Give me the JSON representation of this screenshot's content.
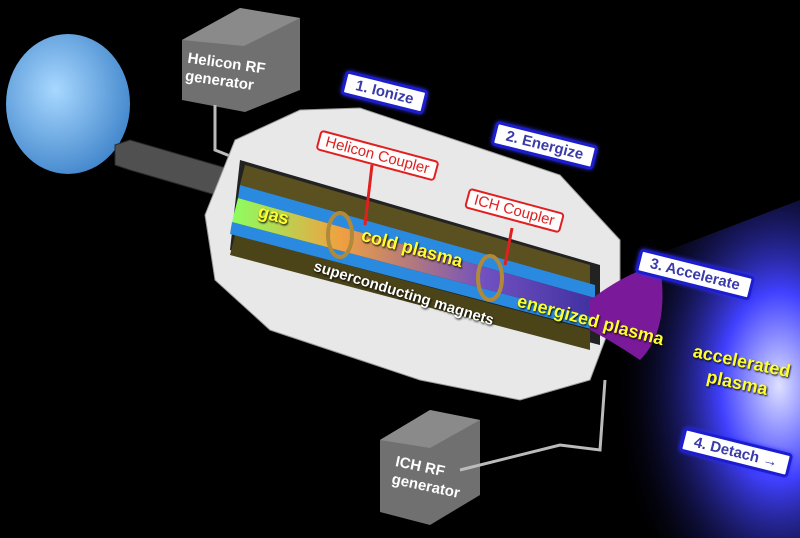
{
  "generators": {
    "helicon": {
      "line1": "Helicon RF",
      "line2": "generator"
    },
    "ich": {
      "line1": "ICH RF",
      "line2": "generator"
    }
  },
  "steps": {
    "ionize": "1. Ionize",
    "energize": "2. Energize",
    "accelerate": "3. Accelerate",
    "detach": "4. Detach →"
  },
  "couplers": {
    "helicon": "Helicon Coupler",
    "ich": "ICH Coupler"
  },
  "labels": {
    "gas": "gas",
    "cold_plasma": "cold plasma",
    "magnets": "superconducting magnets",
    "energized_plasma": "energized plasma",
    "accelerated_plasma_line1": "accelerated",
    "accelerated_plasma_line2": "plasma"
  },
  "colors": {
    "step_border": "#1d1dd0",
    "step_text": "#3a3aa8",
    "coupler": "#e02020",
    "plasma_label": "#ffff30",
    "tank": "#6ab0e8",
    "plume": "#2020e0"
  }
}
